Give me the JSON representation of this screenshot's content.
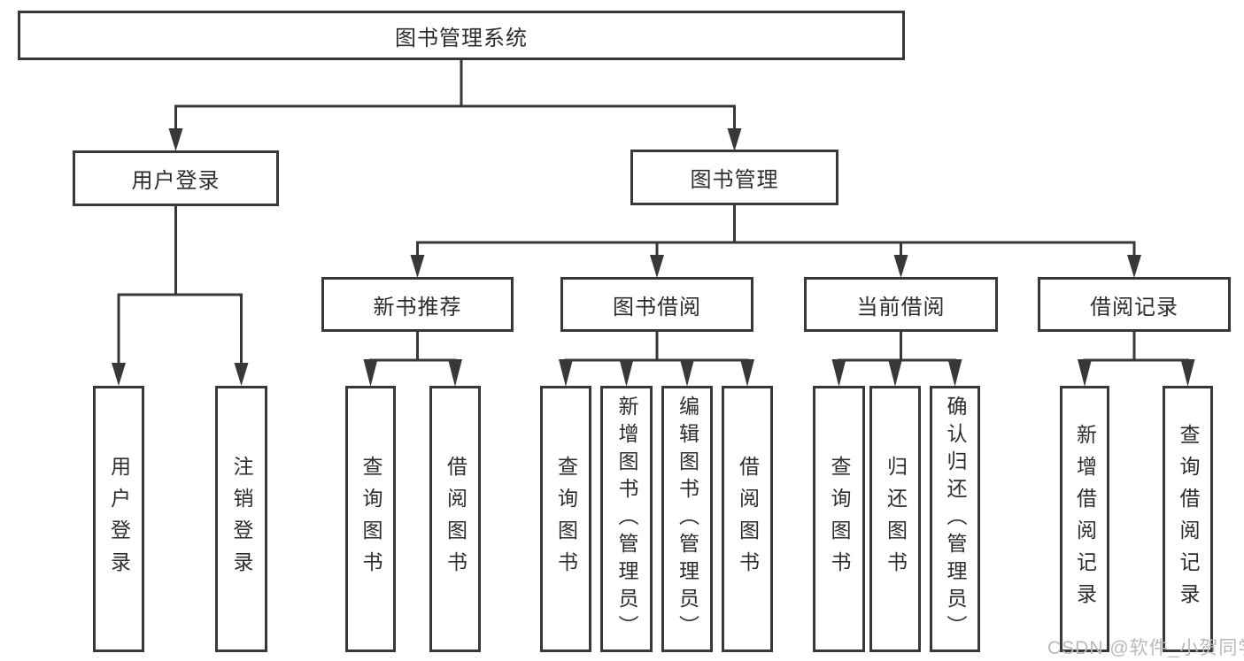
{
  "tree": {
    "label": "图书管理系统",
    "children": [
      {
        "label": "用户登录",
        "children": [
          {
            "label": "用户登录"
          },
          {
            "label": "注销登录"
          }
        ]
      },
      {
        "label": "图书管理",
        "children": [
          {
            "label": "新书推荐",
            "children": [
              {
                "label": "查询图书"
              },
              {
                "label": "借阅图书"
              }
            ]
          },
          {
            "label": "图书借阅",
            "children": [
              {
                "label": "查询图书"
              },
              {
                "label": "新增图书（管理员）"
              },
              {
                "label": "编辑图书（管理员）"
              },
              {
                "label": "借阅图书"
              }
            ]
          },
          {
            "label": "当前借阅",
            "children": [
              {
                "label": "查询图书"
              },
              {
                "label": "归还图书"
              },
              {
                "label": "确认归还（管理员）"
              }
            ]
          },
          {
            "label": "借阅记录",
            "children": [
              {
                "label": "新增借阅记录"
              },
              {
                "label": "查询借阅记录"
              }
            ]
          }
        ]
      }
    ]
  },
  "watermark": "CSDN @软件_小贺同学",
  "colors": {
    "line": "#383838",
    "box_border": "#383838",
    "text": "#2d2d2d",
    "watermark": "#b9b9b9",
    "background": "#ffffff"
  }
}
